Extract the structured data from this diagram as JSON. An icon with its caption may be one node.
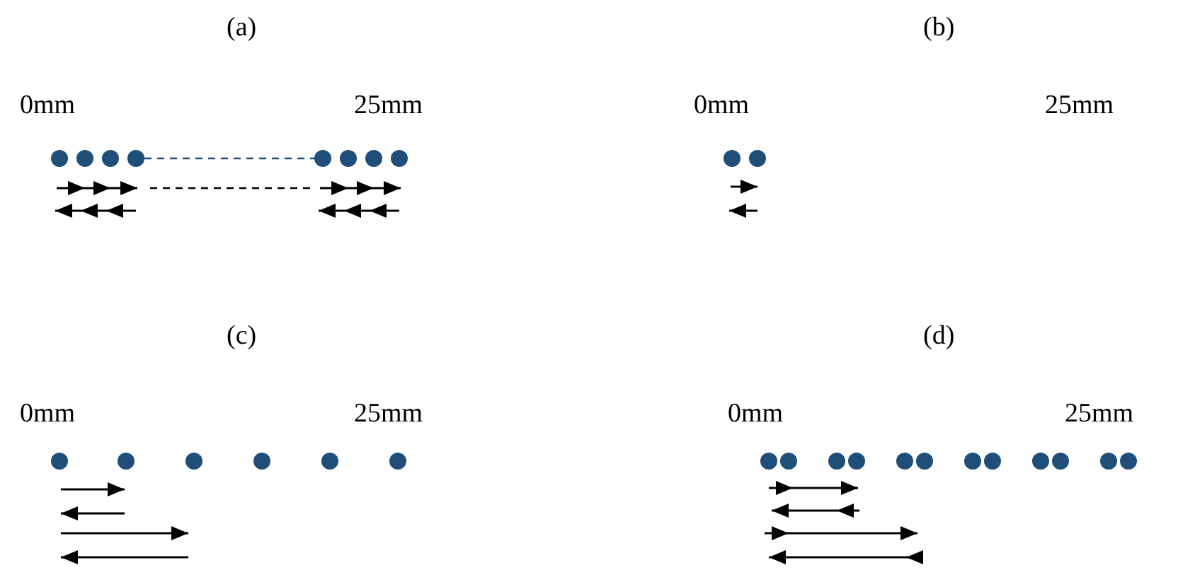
{
  "diagram": {
    "labels": [
      "(a)",
      "(b)",
      "0mm",
      "25mm",
      "0mm",
      "25mm",
      "(c)",
      "(d)",
      "0mm",
      "25mm",
      "0mm",
      "25mm"
    ]
  }
}
